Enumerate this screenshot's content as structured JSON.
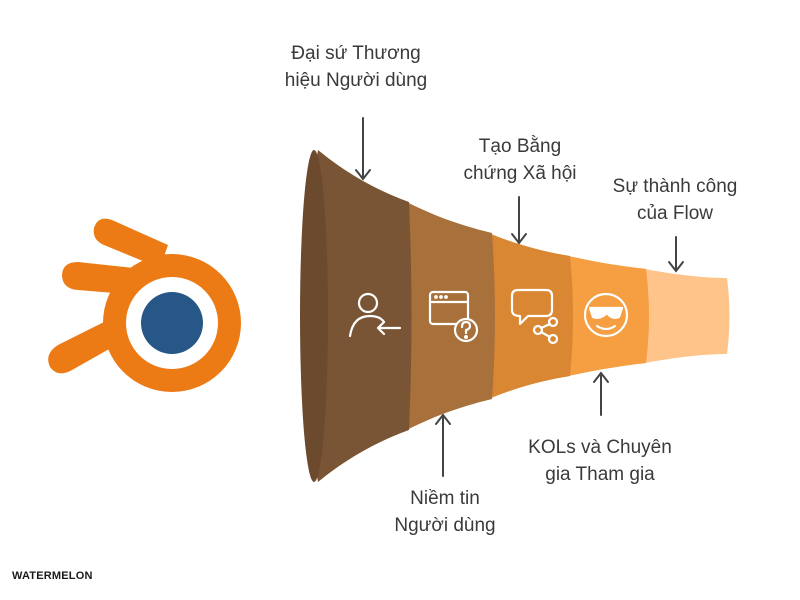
{
  "labels": {
    "dai_su": [
      "Đại sứ Thương",
      "hiệu Người dùng"
    ],
    "niem_tin": [
      "Niềm tin",
      "Người dùng"
    ],
    "tao_bang_chung": [
      "Tạo Bằng",
      "chứng Xã hội"
    ],
    "kols": [
      "KOLs và Chuyên",
      "gia Tham gia"
    ],
    "su_thanh_cong": [
      "Sự thành công",
      "của Flow"
    ]
  },
  "watermark": "WATERMELON",
  "colors": {
    "segment_1": "#7a5535",
    "segment_2": "#a8703a",
    "segment_3": "#d98733",
    "segment_4": "#f59e42",
    "segment_5": "#ffc48a",
    "logo_orange": "#ec7a15",
    "logo_blue": "#265787",
    "arrow": "#444444",
    "icon": "#ffffff"
  },
  "icons": [
    "user-arrow-icon",
    "browser-question-icon",
    "chat-share-icon",
    "cool-face-icon"
  ]
}
